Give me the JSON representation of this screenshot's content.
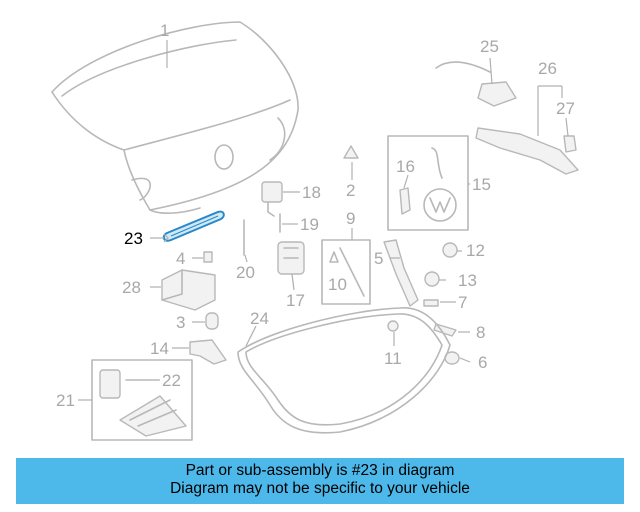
{
  "diagram": {
    "highlight_callout": "23",
    "callouts": [
      "1",
      "2",
      "3",
      "4",
      "5",
      "6",
      "7",
      "8",
      "9",
      "10",
      "11",
      "12",
      "13",
      "14",
      "15",
      "16",
      "17",
      "18",
      "19",
      "20",
      "21",
      "22",
      "23",
      "24",
      "25",
      "26",
      "27",
      "28"
    ]
  },
  "banner": {
    "line1": "Part or sub-assembly is #23 in diagram",
    "line2": "Diagram may not be specific to your vehicle",
    "background": "#4db8ea"
  },
  "colors": {
    "line_art": "#b8b8b8",
    "highlight": "#2a88c8"
  }
}
